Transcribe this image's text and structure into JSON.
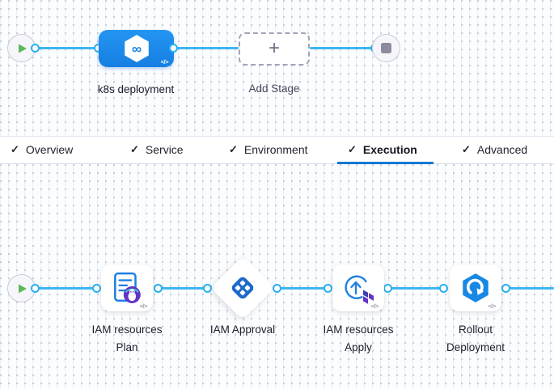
{
  "stage_pipeline": {
    "stage_label": "k8s deployment",
    "infinity_glyph": "∞",
    "add_stage_label": "Add Stage",
    "plus_glyph": "+",
    "code_toggle_glyph": "</>"
  },
  "tabs": {
    "check_glyph": "✓",
    "items": [
      {
        "label": "Overview",
        "active": false
      },
      {
        "label": "Service",
        "active": false
      },
      {
        "label": "Environment",
        "active": false
      },
      {
        "label": "Execution",
        "active": true
      },
      {
        "label": "Advanced",
        "active": false
      }
    ]
  },
  "execution_pipeline": {
    "code_toggle_glyph": "</>",
    "steps": [
      {
        "name": "IAM resources Plan",
        "line1": "IAM resources",
        "line2": "Plan",
        "icon": "terraform-plan-document-icon"
      },
      {
        "name": "IAM Approval",
        "line1": "IAM Approval",
        "line2": "",
        "icon": "harness-approval-diamond-icon"
      },
      {
        "name": "IAM resources Apply",
        "line1": "IAM resources",
        "line2": "Apply",
        "icon": "terraform-apply-circle-arrow-icon"
      },
      {
        "name": "Rollout Deployment",
        "line1": "Rollout",
        "line2": "Deployment",
        "icon": "k8s-rollout-icon"
      }
    ]
  },
  "colors": {
    "connector_line": "#3db6f1",
    "connector_dot_ring": "#29b1ef",
    "stage_node_blue": "#1b87e8",
    "active_tab_underline": "#0278d5",
    "approval_icon_blue": "#1d6ac9",
    "terraform_purple": "#6134c5",
    "play_triangle_green": "#5cb85c"
  }
}
